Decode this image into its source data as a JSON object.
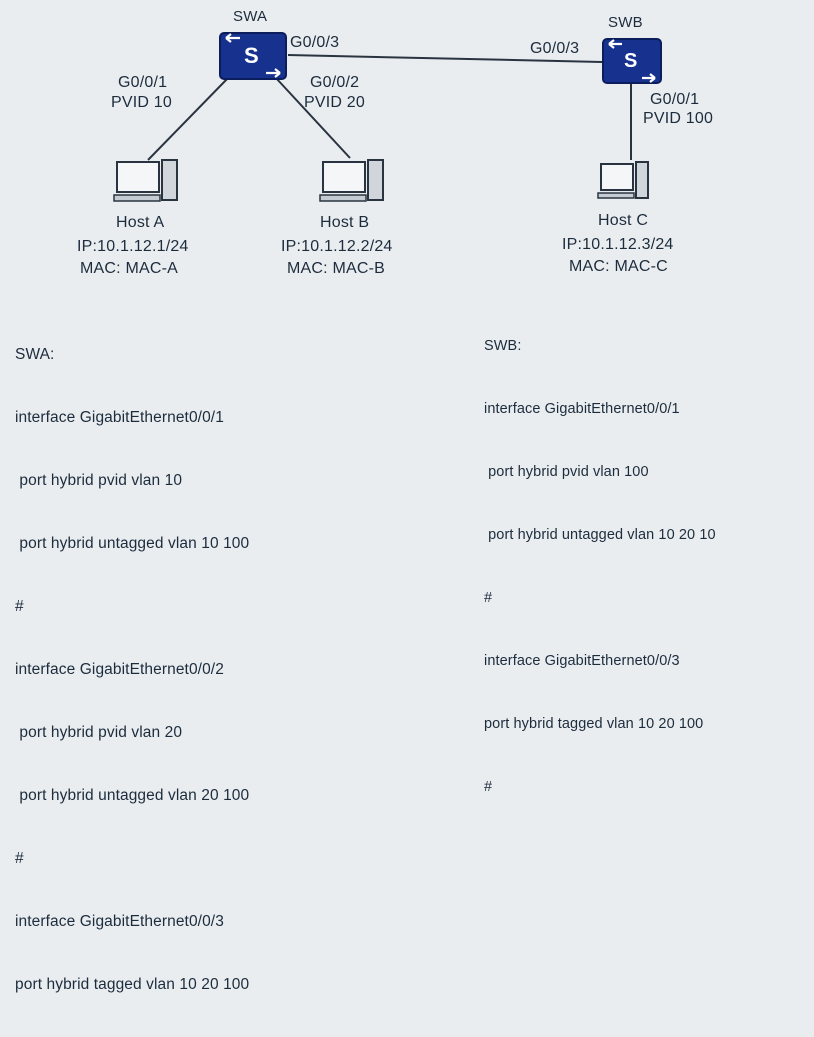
{
  "switches": {
    "swa": {
      "name": "SWA",
      "glyph": "S"
    },
    "swb": {
      "name": "SWB",
      "glyph": "S"
    }
  },
  "ports": {
    "swa_g003": "G0/0/3",
    "swb_g003": "G0/0/3",
    "swa_g001": "G0/0/1",
    "swa_g001_pvid": "PVID 10",
    "swa_g002": "G0/0/2",
    "swa_g002_pvid": "PVID 20",
    "swb_g001": "G0/0/1",
    "swb_g001_pvid": "PVID 100"
  },
  "hosts": {
    "a": {
      "name": "Host A",
      "ip": "IP:10.1.12.1/24",
      "mac": "MAC:  MAC-A"
    },
    "b": {
      "name": "Host B",
      "ip": "IP:10.1.12.2/24",
      "mac": "MAC:  MAC-B"
    },
    "c": {
      "name": "Host C",
      "ip": "IP:10.1.12.3/24",
      "mac": "MAC:  MAC-C"
    }
  },
  "config_swa": {
    "title": "SWA:",
    "lines": [
      "interface GigabitEthernet0/0/1",
      " port hybrid pvid vlan 10",
      " port hybrid untagged vlan 10 100",
      "#",
      "interface GigabitEthernet0/0/2",
      " port hybrid pvid vlan 20",
      " port hybrid untagged vlan 20 100",
      "#",
      "interface GigabitEthernet0/0/3",
      "port hybrid tagged vlan 10 20 100"
    ]
  },
  "config_swb": {
    "title": "SWB:",
    "lines": [
      "interface GigabitEthernet0/0/1",
      " port hybrid pvid vlan 100",
      " port hybrid untagged vlan 10 20 10",
      "#",
      "interface GigabitEthernet0/0/3",
      "port hybrid tagged vlan 10 20 100",
      "#"
    ]
  }
}
